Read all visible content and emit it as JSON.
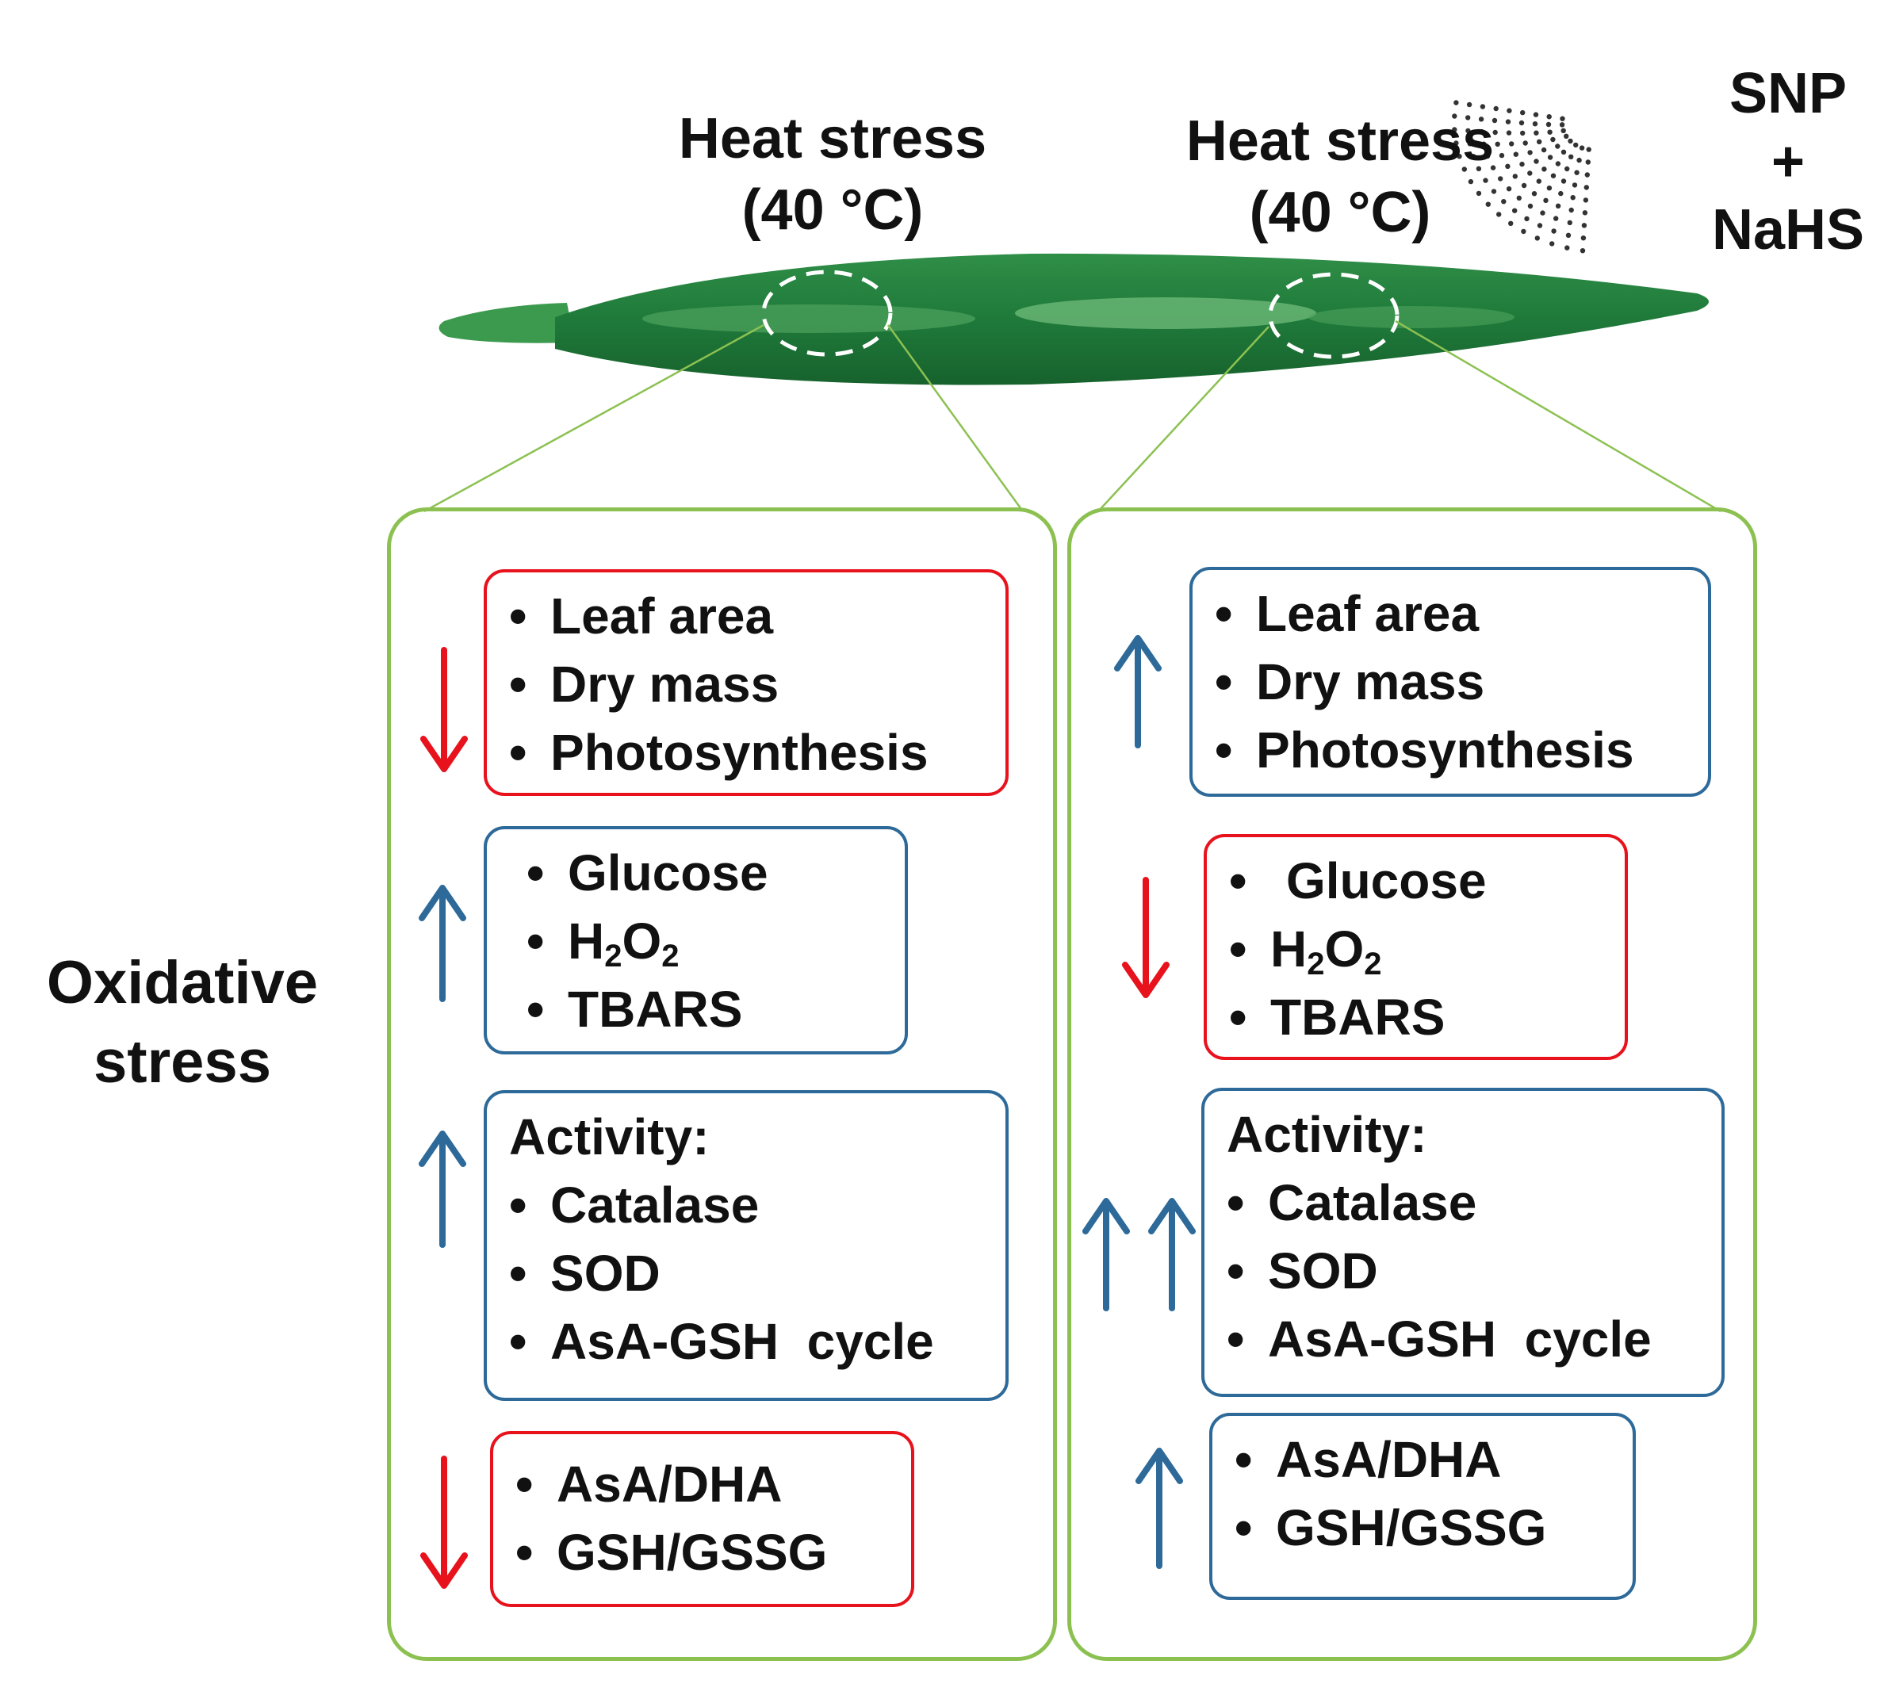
{
  "treatment": {
    "lines": [
      "SNP",
      "+",
      "NaHS"
    ]
  },
  "panels": [
    {
      "header": {
        "line1": "Heat stress",
        "line2": "(40 °C)"
      },
      "groups": [
        {
          "direction": "down",
          "color": "#e8121d",
          "items": [
            "Leaf area",
            "Dry mass",
            "Photosynthesis"
          ]
        },
        {
          "direction": "up",
          "color": "#2e6a99",
          "items": [
            "Glucose",
            "H₂O₂",
            "TBARS"
          ]
        },
        {
          "direction": "up",
          "color": "#2e6a99",
          "title": "Activity:",
          "items": [
            "Catalase",
            "SOD",
            "AsA-GSH  cycle"
          ]
        },
        {
          "direction": "down",
          "color": "#e8121d",
          "items": [
            "AsA/DHA",
            "GSH/GSSG"
          ]
        }
      ]
    },
    {
      "header": {
        "line1": "Heat stress",
        "line2": "(40 °C)"
      },
      "groups": [
        {
          "direction": "up",
          "color": "#2e6a99",
          "items": [
            "Leaf area",
            "Dry mass",
            "Photosynthesis"
          ]
        },
        {
          "direction": "down",
          "color": "#e8121d",
          "items": [
            "Glucose",
            "H₂O₂",
            "TBARS"
          ]
        },
        {
          "direction": "up-double",
          "color": "#2e6a99",
          "title": "Activity:",
          "items": [
            "Catalase",
            "SOD",
            "AsA-GSH  cycle"
          ]
        },
        {
          "direction": "up",
          "color": "#2e6a99",
          "items": [
            "AsA/DHA",
            "GSH/GSSG"
          ]
        }
      ]
    }
  ],
  "side_label": {
    "line1": "Oxidative",
    "line2": "stress"
  },
  "colors": {
    "frame": "#8cc152",
    "decrease": "#e8121d",
    "increase": "#2e6a99",
    "leaf": "#1f7a3a"
  }
}
